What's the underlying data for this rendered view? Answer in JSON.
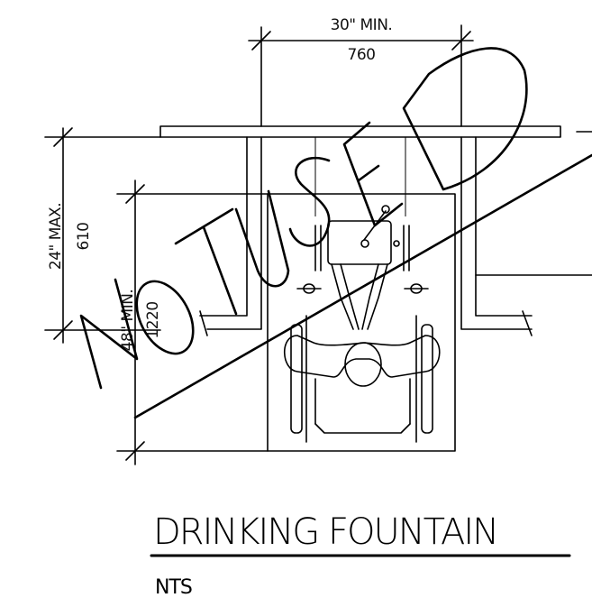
{
  "dimensions": {
    "width_imperial": "30\" MIN.",
    "width_metric": "760",
    "height_imperial": "24\" MAX.",
    "height_metric": "610",
    "depth_imperial": "48\" MIN.",
    "depth_metric": "1220"
  },
  "stamp": {
    "text": "NOT USED"
  },
  "title": {
    "main": "DRINKING FOUNTAIN",
    "scale": "NTS"
  }
}
